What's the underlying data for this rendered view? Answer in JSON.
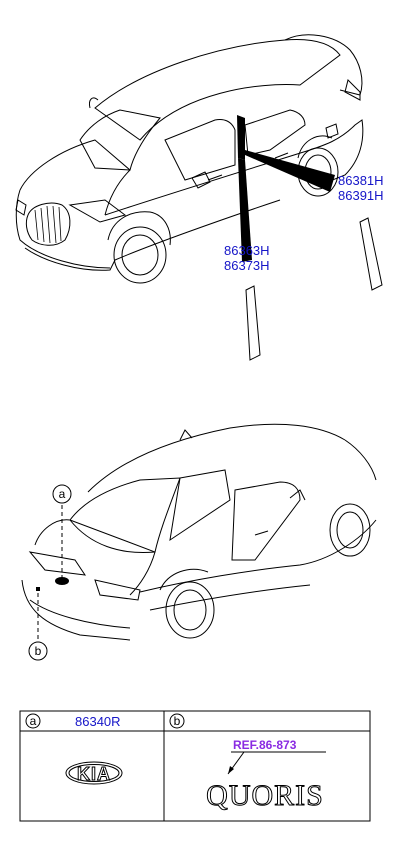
{
  "labels": {
    "upper_part_a": "86381H",
    "upper_part_b": "86391H",
    "lower_part_a": "86363H",
    "lower_part_b": "86373H"
  },
  "callouts": {
    "a": "a",
    "b": "b"
  },
  "table": {
    "cell_a_letter": "a",
    "cell_a_part": "86340R",
    "cell_b_letter": "b",
    "cell_b_ref": "REF.86-873",
    "emblem_a_text": "KIA",
    "emblem_b_text": "QUORIS"
  },
  "colors": {
    "part_number": "#1515c8",
    "ref_label": "#8a2be2"
  }
}
